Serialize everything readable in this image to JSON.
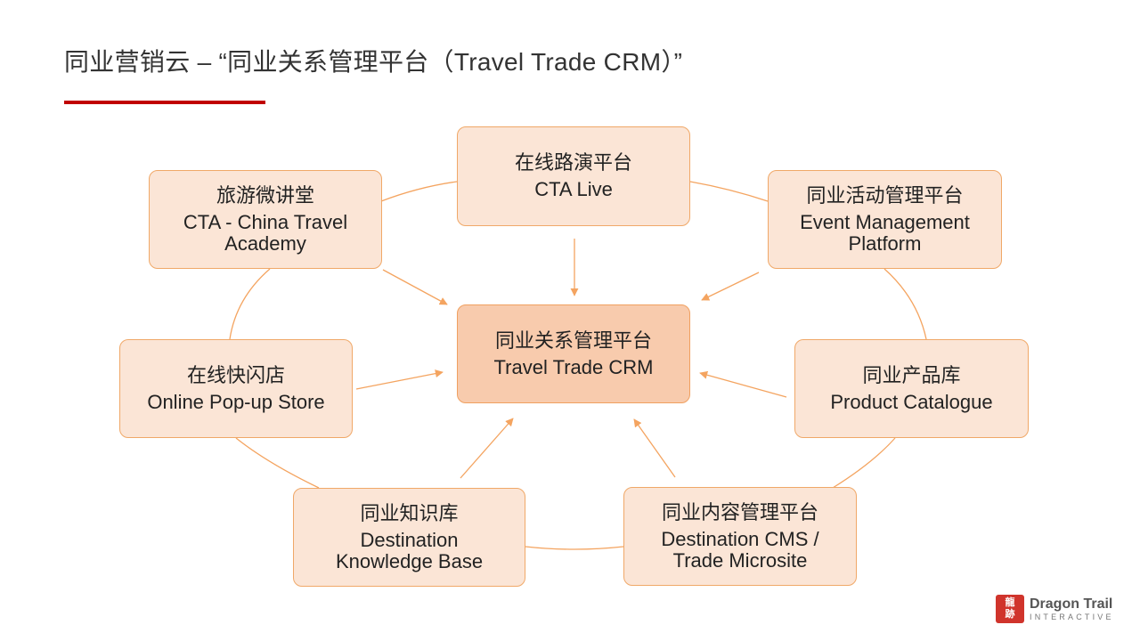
{
  "slide": {
    "title": "同业营销云 – “同业关系管理平台（Travel Trade CRM）”"
  },
  "colors": {
    "accent": "#c00000",
    "box_fill": "#fbe5d6",
    "center_fill": "#f8cbad",
    "box_border": "#f0a868",
    "connector": "#f4a460"
  },
  "diagram": {
    "center": {
      "zh": "同业关系管理平台",
      "en": "Travel Trade CRM"
    },
    "nodes": {
      "cta_live": {
        "zh": "在线路演平台",
        "en": "CTA Live"
      },
      "cta_academy": {
        "zh": "旅游微讲堂",
        "en": "CTA - China Travel\nAcademy"
      },
      "event_mgmt": {
        "zh": "同业活动管理平台",
        "en": "Event Management\nPlatform"
      },
      "popup_store": {
        "zh": "在线快闪店",
        "en": "Online Pop-up Store"
      },
      "product_catalogue": {
        "zh": "同业产品库",
        "en": "Product Catalogue"
      },
      "knowledge_base": {
        "zh": "同业知识库",
        "en": "Destination\nKnowledge Base"
      },
      "cms": {
        "zh": "同业内容管理平台",
        "en": "Destination CMS /\nTrade Microsite"
      }
    }
  },
  "logo": {
    "mark": "龍\n跡",
    "name": "Dragon Trail",
    "subtitle": "INTERACTIVE"
  }
}
